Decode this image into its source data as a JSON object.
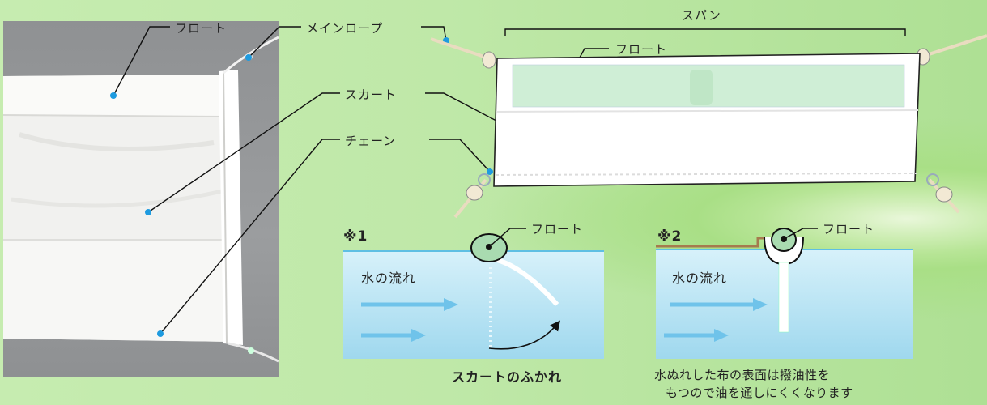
{
  "labels": {
    "float": "フロート",
    "main_rope": "メインロープ",
    "skirt": "スカート",
    "chain": "チェーン",
    "span": "スパン"
  },
  "panel1": {
    "marker": "※1",
    "float_label": "フロート",
    "water_flow": "水の流れ",
    "caption": "スカートのふかれ"
  },
  "panel2": {
    "marker": "※2",
    "float_label": "フロート",
    "water_flow": "水の流れ",
    "caption_line1": "水ぬれした布の表面は撥油性を",
    "caption_line2": "もつので油を通しにくくなります"
  },
  "colors": {
    "background": "#bfe8a8",
    "water_top": "#cfeef8",
    "water_bottom": "#9fd8ee",
    "arrow": "#6fc3ea",
    "float_fill": "#a9dbb0",
    "float_edge": "#1a1a1a",
    "leader_dot": "#1e9be0"
  }
}
